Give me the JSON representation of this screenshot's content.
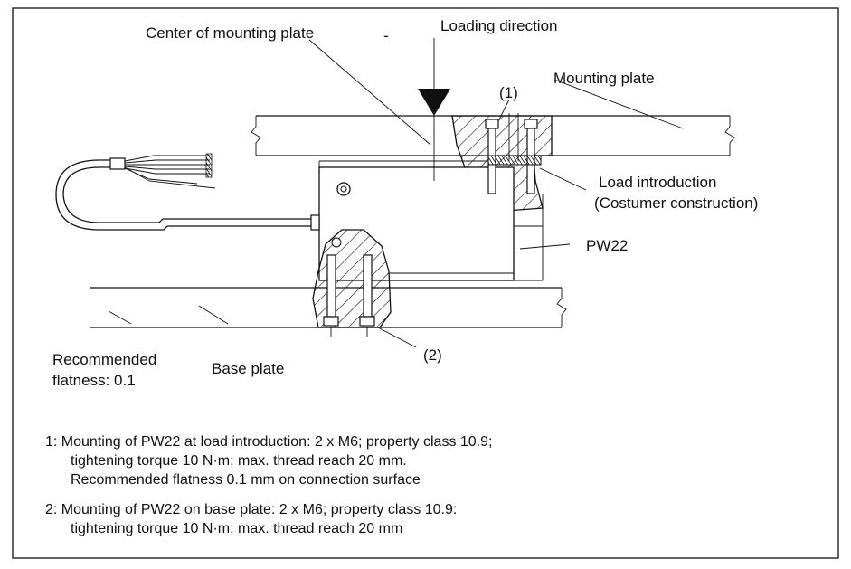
{
  "labels": {
    "center_of_mounting_plate": "Center of mounting plate",
    "dash": "-",
    "loading_direction": "Loading direction",
    "callout_1": "(1)",
    "mounting_plate": "Mounting plate",
    "load_introduction": "Load introduction",
    "customer_construction": "(Costumer construction)",
    "pw22": "PW22",
    "callout_2": "(2)",
    "recommended": "Recommended",
    "flatness": "flatness: 0.1",
    "base_plate": "Base plate"
  },
  "notes": [
    {
      "line1": "1:  Mounting of PW22 at load introduction: 2 x M6; property class 10.9;",
      "line2": "tightening torque 10 N·m; max. thread reach 20 mm.",
      "line3": "Recommended flatness 0.1 mm on connection surface"
    },
    {
      "line1": "2: Mounting of PW22 on base plate: 2 x M6; property class 10.9:",
      "line2": "tightening torque 10 N·m; max. thread reach 20 mm"
    }
  ]
}
